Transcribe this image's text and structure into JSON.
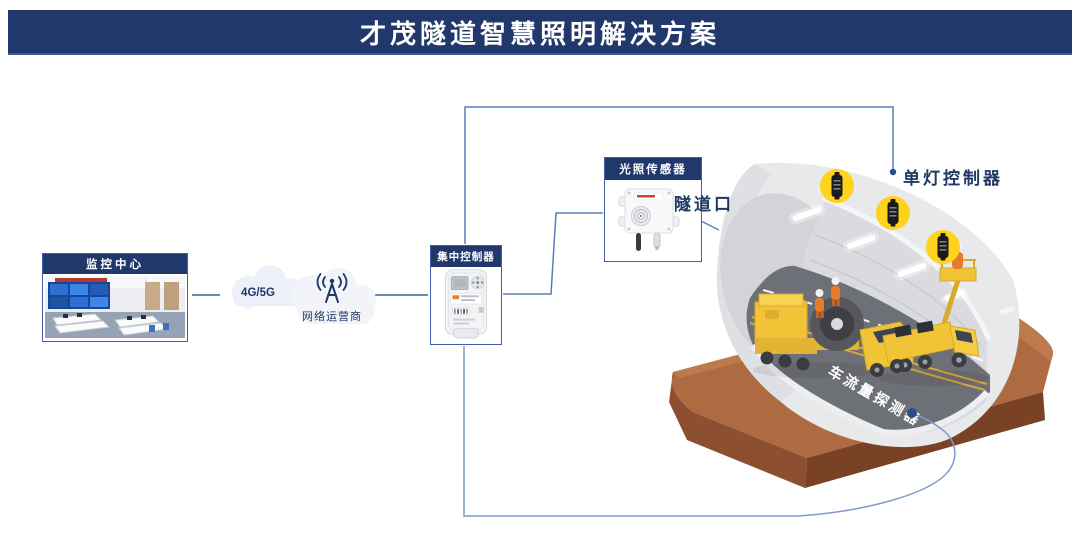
{
  "title": "才茂隧道智慧照明解决方案",
  "monitoring_center": {
    "label": "监控中心"
  },
  "network": {
    "speed_label": "4G/5G",
    "operator_label": "网络运营商"
  },
  "concentrator": {
    "label": "集中控制器"
  },
  "light_sensor": {
    "label": "光照传感器"
  },
  "tunnel": {
    "entrance_label": "隧道口",
    "lamp_controller_label": "单灯控制器",
    "traffic_detector_label": "车流量探测器"
  },
  "colors": {
    "navy": "#1F3864",
    "header_bg": "#20386B",
    "box_border": "#3F5FA8",
    "wire_short": "#3E5E9E",
    "wire_long": "#5C7BB8",
    "wire_loop": "#7E99CA",
    "endpoint_dot": "#2B4D8E",
    "accent_yellow": "#FFD21E",
    "vehicle_yellow": "#F1C437",
    "tunnel_gray": "#E8E9EB",
    "road_gray": "#6E7077",
    "base_brown": "#AE6A40",
    "cloud_fill": "#EFF1F8"
  }
}
